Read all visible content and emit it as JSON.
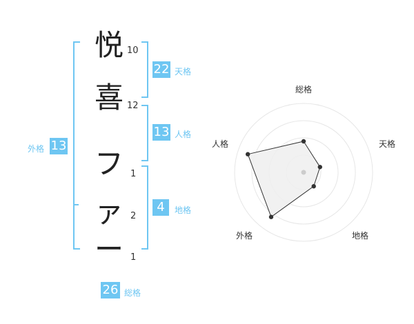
{
  "name": {
    "chars": [
      {
        "char": "悦",
        "strokes": "10"
      },
      {
        "char": "喜",
        "strokes": "12"
      },
      {
        "char": "フ",
        "strokes": "1"
      },
      {
        "char": "ァ",
        "strokes": "2"
      },
      {
        "char": "ー",
        "strokes": "1"
      }
    ]
  },
  "kakusu": {
    "tenkaku": {
      "value": "22",
      "label": "天格"
    },
    "jinkaku": {
      "value": "13",
      "label": "人格"
    },
    "chikaku": {
      "value": "4",
      "label": "地格"
    },
    "gaikaku": {
      "value": "13",
      "label": "外格"
    },
    "soukaku": {
      "value": "26",
      "label": "総格"
    }
  },
  "accent_color": "#6ec6f2",
  "chart_data": {
    "type": "radar",
    "axes": [
      "総格",
      "天格",
      "地格",
      "外格",
      "人格"
    ],
    "values": [
      0.45,
      0.25,
      0.25,
      0.8,
      0.85
    ],
    "range": [
      0,
      1
    ],
    "rings": 4,
    "fill_color": "#eeeeee",
    "line_color": "#333333"
  }
}
